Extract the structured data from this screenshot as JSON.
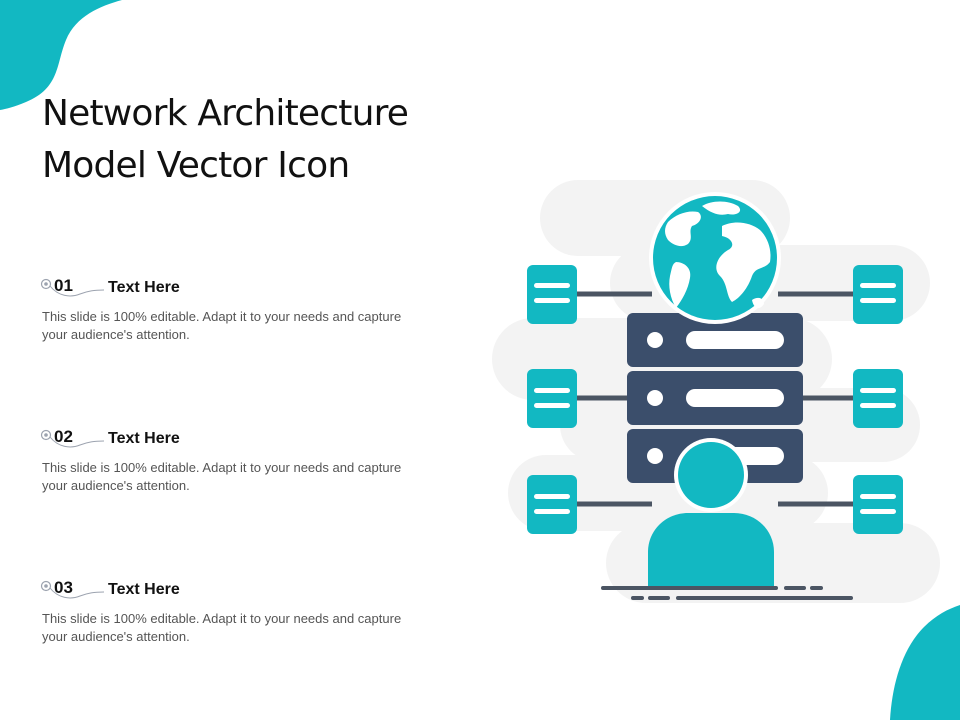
{
  "title": {
    "line1": "Network Architecture",
    "line2": "Model Vector Icon"
  },
  "items": [
    {
      "number": "01",
      "heading": "Text Here",
      "description": "This slide is 100% editable. Adapt it to your needs and capture your audience's attention."
    },
    {
      "number": "02",
      "heading": "Text Here",
      "description": "This slide is 100% editable. Adapt it to your needs and capture your audience's attention."
    },
    {
      "number": "03",
      "heading": "Text Here",
      "description": "This slide is 100% editable. Adapt it to your needs and capture your audience's attention."
    }
  ],
  "icons": {
    "illustration": "network-architecture-icon",
    "globe": "globe-icon",
    "server": "server-rack-icon",
    "user": "user-icon",
    "node": "network-node-icon"
  },
  "colors": {
    "accent": "#12B8C2",
    "server": "#3B4E6B",
    "connector": "#4B5563",
    "background_shape": "#F3F3F3",
    "title": "#111111",
    "body_text": "#555555"
  }
}
